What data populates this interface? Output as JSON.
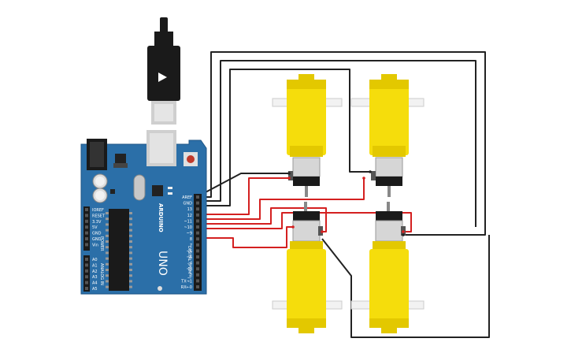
{
  "board": {
    "brand": "ARDUINO",
    "model": "UNO",
    "header_digital_title": "DIGITAL (PWM~)",
    "header_power_title": "POWER",
    "header_analog_title": "ANALOG IN",
    "digital_pins": [
      "AREF",
      "GND",
      "13",
      "12",
      "~11",
      "~10",
      "~9",
      "8",
      "7",
      "~6",
      "~5",
      "4",
      "~3",
      "2",
      "TX→1",
      "RX←0"
    ],
    "power_pins": [
      "IOREF",
      "RESET",
      "3.3V",
      "5V",
      "GND",
      "GND",
      "Vin"
    ],
    "analog_pins": [
      "A0",
      "A1",
      "A2",
      "A3",
      "A4",
      "A5"
    ]
  },
  "colors": {
    "board": "#2b6fa8",
    "board_edge": "#1f5686",
    "motor_body": "#f5dd0c",
    "motor_shade": "#e3c800",
    "wire_black": "#222222",
    "wire_red": "#d42020",
    "usb_black": "#1a1a1a",
    "usb_silver": "#cfcfcf"
  },
  "motors": [
    {
      "name": "motor-top-left"
    },
    {
      "name": "motor-top-right"
    },
    {
      "name": "motor-bottom-left"
    },
    {
      "name": "motor-bottom-right"
    }
  ]
}
